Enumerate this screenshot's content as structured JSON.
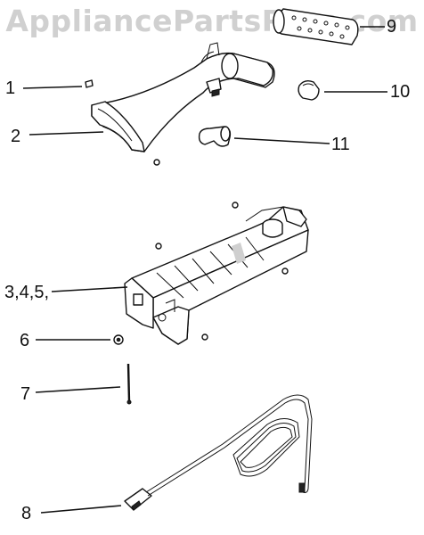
{
  "watermark": "AppliancePartsPros.com",
  "callouts": [
    {
      "id": "1",
      "label": "1"
    },
    {
      "id": "2",
      "label": "2"
    },
    {
      "id": "345",
      "label": "3,4,5,"
    },
    {
      "id": "6",
      "label": "6"
    },
    {
      "id": "7",
      "label": "7"
    },
    {
      "id": "8",
      "label": "8"
    },
    {
      "id": "9",
      "label": "9"
    },
    {
      "id": "10",
      "label": "10"
    },
    {
      "id": "11",
      "label": "11"
    }
  ]
}
